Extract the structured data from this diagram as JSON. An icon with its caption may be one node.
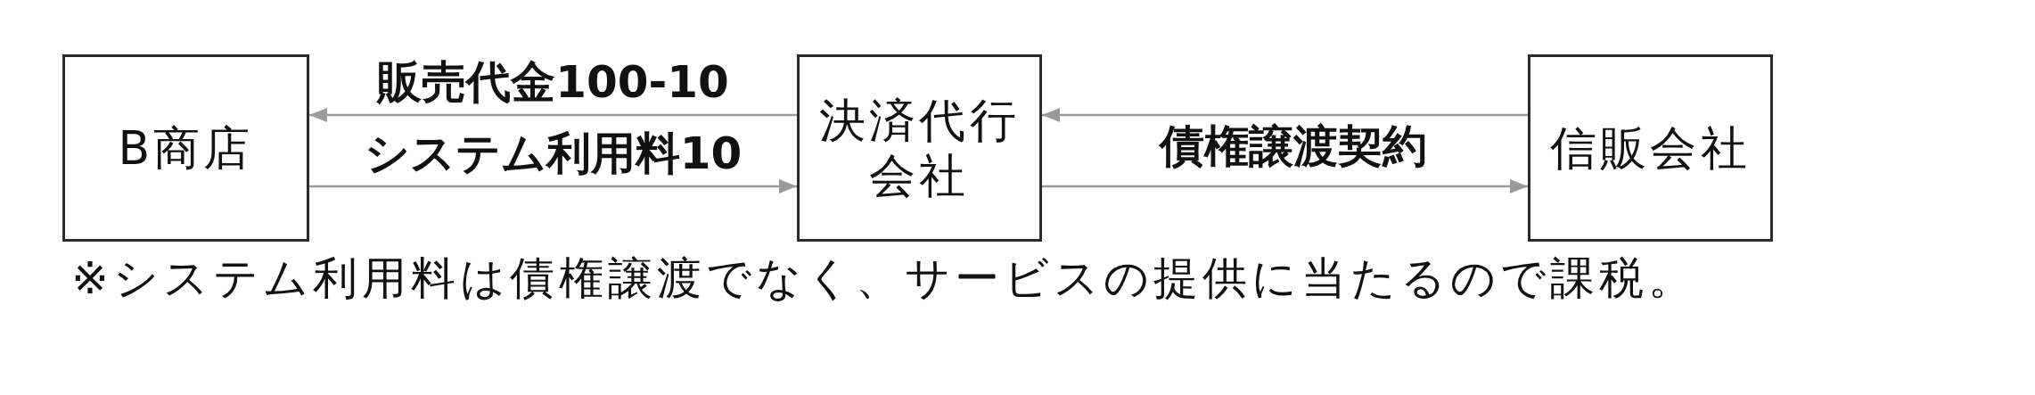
{
  "diagram": {
    "nodes": [
      {
        "text": [
          "B商店"
        ]
      },
      {
        "text": [
          "決済代行会社"
        ]
      },
      {
        "text": [
          "信販会社"
        ]
      }
    ],
    "edges": [
      {
        "from": 1,
        "to": 0,
        "arrow": "to",
        "label": "販売代金100-10"
      },
      {
        "from": 0,
        "to": 1,
        "arrow": "to",
        "label": "システム利用料10"
      },
      {
        "from": 2,
        "to": 1,
        "arrow": "to"
      },
      {
        "from": 1,
        "to": 2,
        "arrow": "to"
      }
    ],
    "labels": [
      "債権譲渡契約",
      "※システム利用料は債権譲渡でなく、サービスの提供に当たるので課税。"
    ]
  }
}
